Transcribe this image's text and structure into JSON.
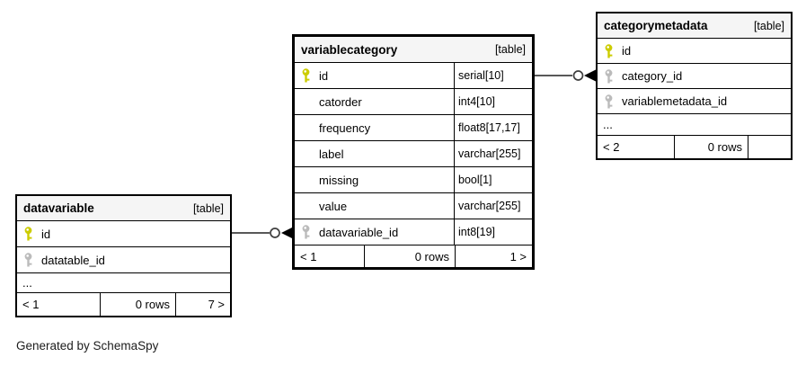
{
  "diagram": {
    "footer_note": "Generated by SchemaSpy"
  },
  "colors": {
    "primary_key": "#cccc00",
    "foreign_key": "#bbbbbb",
    "header_bg": "#f5f5f5",
    "border": "#000000",
    "connector": "#404040",
    "connector_arrow": "#000000"
  },
  "tables": {
    "variablecategory": {
      "name": "variablecategory",
      "type_label": "[table]",
      "columns": [
        {
          "name": "id",
          "type": "serial[10]",
          "key": "primary"
        },
        {
          "name": "catorder",
          "type": "int4[10]",
          "key": "none"
        },
        {
          "name": "frequency",
          "type": "float8[17,17]",
          "key": "none"
        },
        {
          "name": "label",
          "type": "varchar[255]",
          "key": "none"
        },
        {
          "name": "missing",
          "type": "bool[1]",
          "key": "none"
        },
        {
          "name": "value",
          "type": "varchar[255]",
          "key": "none"
        },
        {
          "name": "datavariable_id",
          "type": "int8[19]",
          "key": "foreign"
        }
      ],
      "footer": {
        "left": "< 1",
        "rows": "0 rows",
        "right": "1 >"
      }
    },
    "categorymetadata": {
      "name": "categorymetadata",
      "type_label": "[table]",
      "columns": [
        {
          "name": "id",
          "key": "primary"
        },
        {
          "name": "category_id",
          "key": "foreign"
        },
        {
          "name": "variablemetadata_id",
          "key": "foreign"
        }
      ],
      "ellipsis": "...",
      "footer": {
        "left": "< 2",
        "rows": "0 rows",
        "right": ""
      }
    },
    "datavariable": {
      "name": "datavariable",
      "type_label": "[table]",
      "columns": [
        {
          "name": "id",
          "key": "primary"
        },
        {
          "name": "datatable_id",
          "key": "foreign"
        }
      ],
      "ellipsis": "...",
      "footer": {
        "left": "< 1",
        "rows": "0 rows",
        "right": "7 >"
      }
    }
  }
}
